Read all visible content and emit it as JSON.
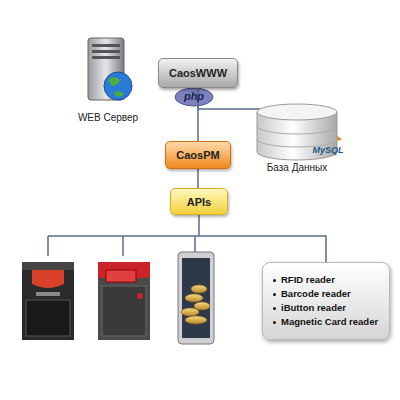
{
  "diagram": {
    "nodes": [
      {
        "text": [
          "CaosWWW"
        ]
      },
      {
        "text": [
          "База Данных"
        ]
      },
      {
        "text": [
          "CaosPM"
        ]
      },
      {
        "text": [
          "APIs"
        ]
      },
      {
        "text": [
          "RFID reader",
          "Barcode reader",
          "iButton reader",
          "Magnetic Card reader"
        ]
      }
    ],
    "edges": [
      {
        "from": 0,
        "to": 1,
        "arrow": "none"
      },
      {
        "from": 0,
        "to": 2,
        "arrow": "none"
      },
      {
        "from": 2,
        "to": 3,
        "arrow": "none"
      },
      {
        "from": 3,
        "to": 4,
        "arrow": "none"
      }
    ],
    "labels": [
      "WEB Сервер",
      "php",
      "MySQL"
    ]
  }
}
